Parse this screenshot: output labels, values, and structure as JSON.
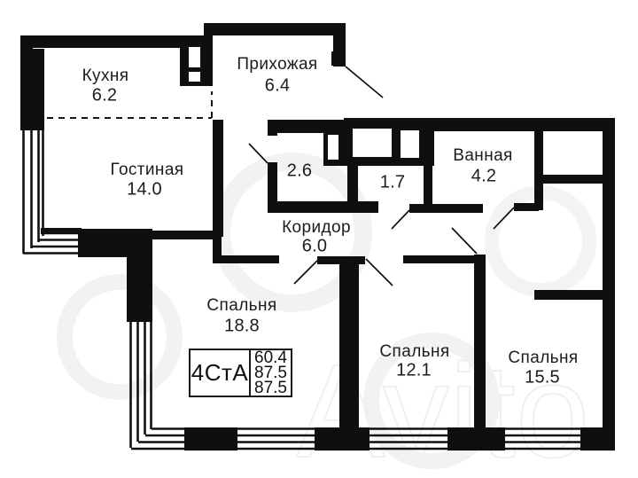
{
  "plan": {
    "rooms": [
      {
        "id": "kitchen",
        "name": "Кухня",
        "area": "6.2"
      },
      {
        "id": "hallway",
        "name": "Прихожая",
        "area": "6.4"
      },
      {
        "id": "living",
        "name": "Гостиная",
        "area": "14.0"
      },
      {
        "id": "closet",
        "name": "",
        "area": "2.6"
      },
      {
        "id": "wc",
        "name": "",
        "area": "1.7"
      },
      {
        "id": "bathroom",
        "name": "Ванная",
        "area": "4.2"
      },
      {
        "id": "corridor",
        "name": "Коридор",
        "area": "6.0"
      },
      {
        "id": "bedroom1",
        "name": "Спальня",
        "area": "18.8"
      },
      {
        "id": "bedroom2",
        "name": "Спальня",
        "area": "12.1"
      },
      {
        "id": "bedroom3",
        "name": "Спальня",
        "area": "15.5"
      }
    ],
    "info_box": {
      "type_label": "4СтА",
      "values": [
        "60.4",
        "87.5",
        "87.5"
      ]
    },
    "watermark": {
      "text": "Avito"
    }
  }
}
